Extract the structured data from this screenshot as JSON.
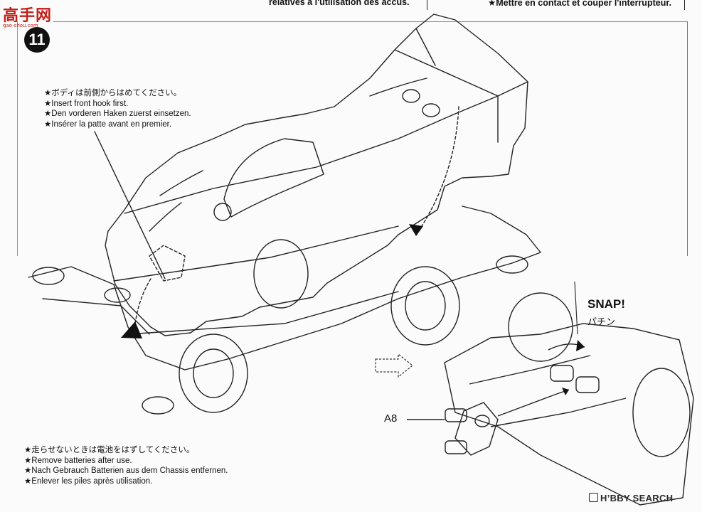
{
  "header": {
    "left_fragment": "relatives à l'utilisation des accus.",
    "right_fragment": "★Mettre en contact et couper l'interrupteur."
  },
  "watermark": {
    "logo_text": "高手网",
    "url_text": "gao-shou.com"
  },
  "step": {
    "number": "11"
  },
  "front_hook_note": [
    "★ボディは前側からはめてください。",
    "★Insert front hook first.",
    "★Den vorderen Haken zuerst einsetzen.",
    "★Insérer la patte avant en premier."
  ],
  "battery_note": [
    "★走らせないときは電池をはずしてください。",
    "★Remove batteries after use.",
    "★Nach Gebrauch Batterien aus dem Chassis entfernen.",
    "★Enlever les piles après utilisation."
  ],
  "snap_callout": {
    "label": "SNAP!",
    "japanese": "パチン"
  },
  "part": {
    "label": "A8"
  },
  "footer": {
    "brand": "H’BBY SEARCH"
  }
}
